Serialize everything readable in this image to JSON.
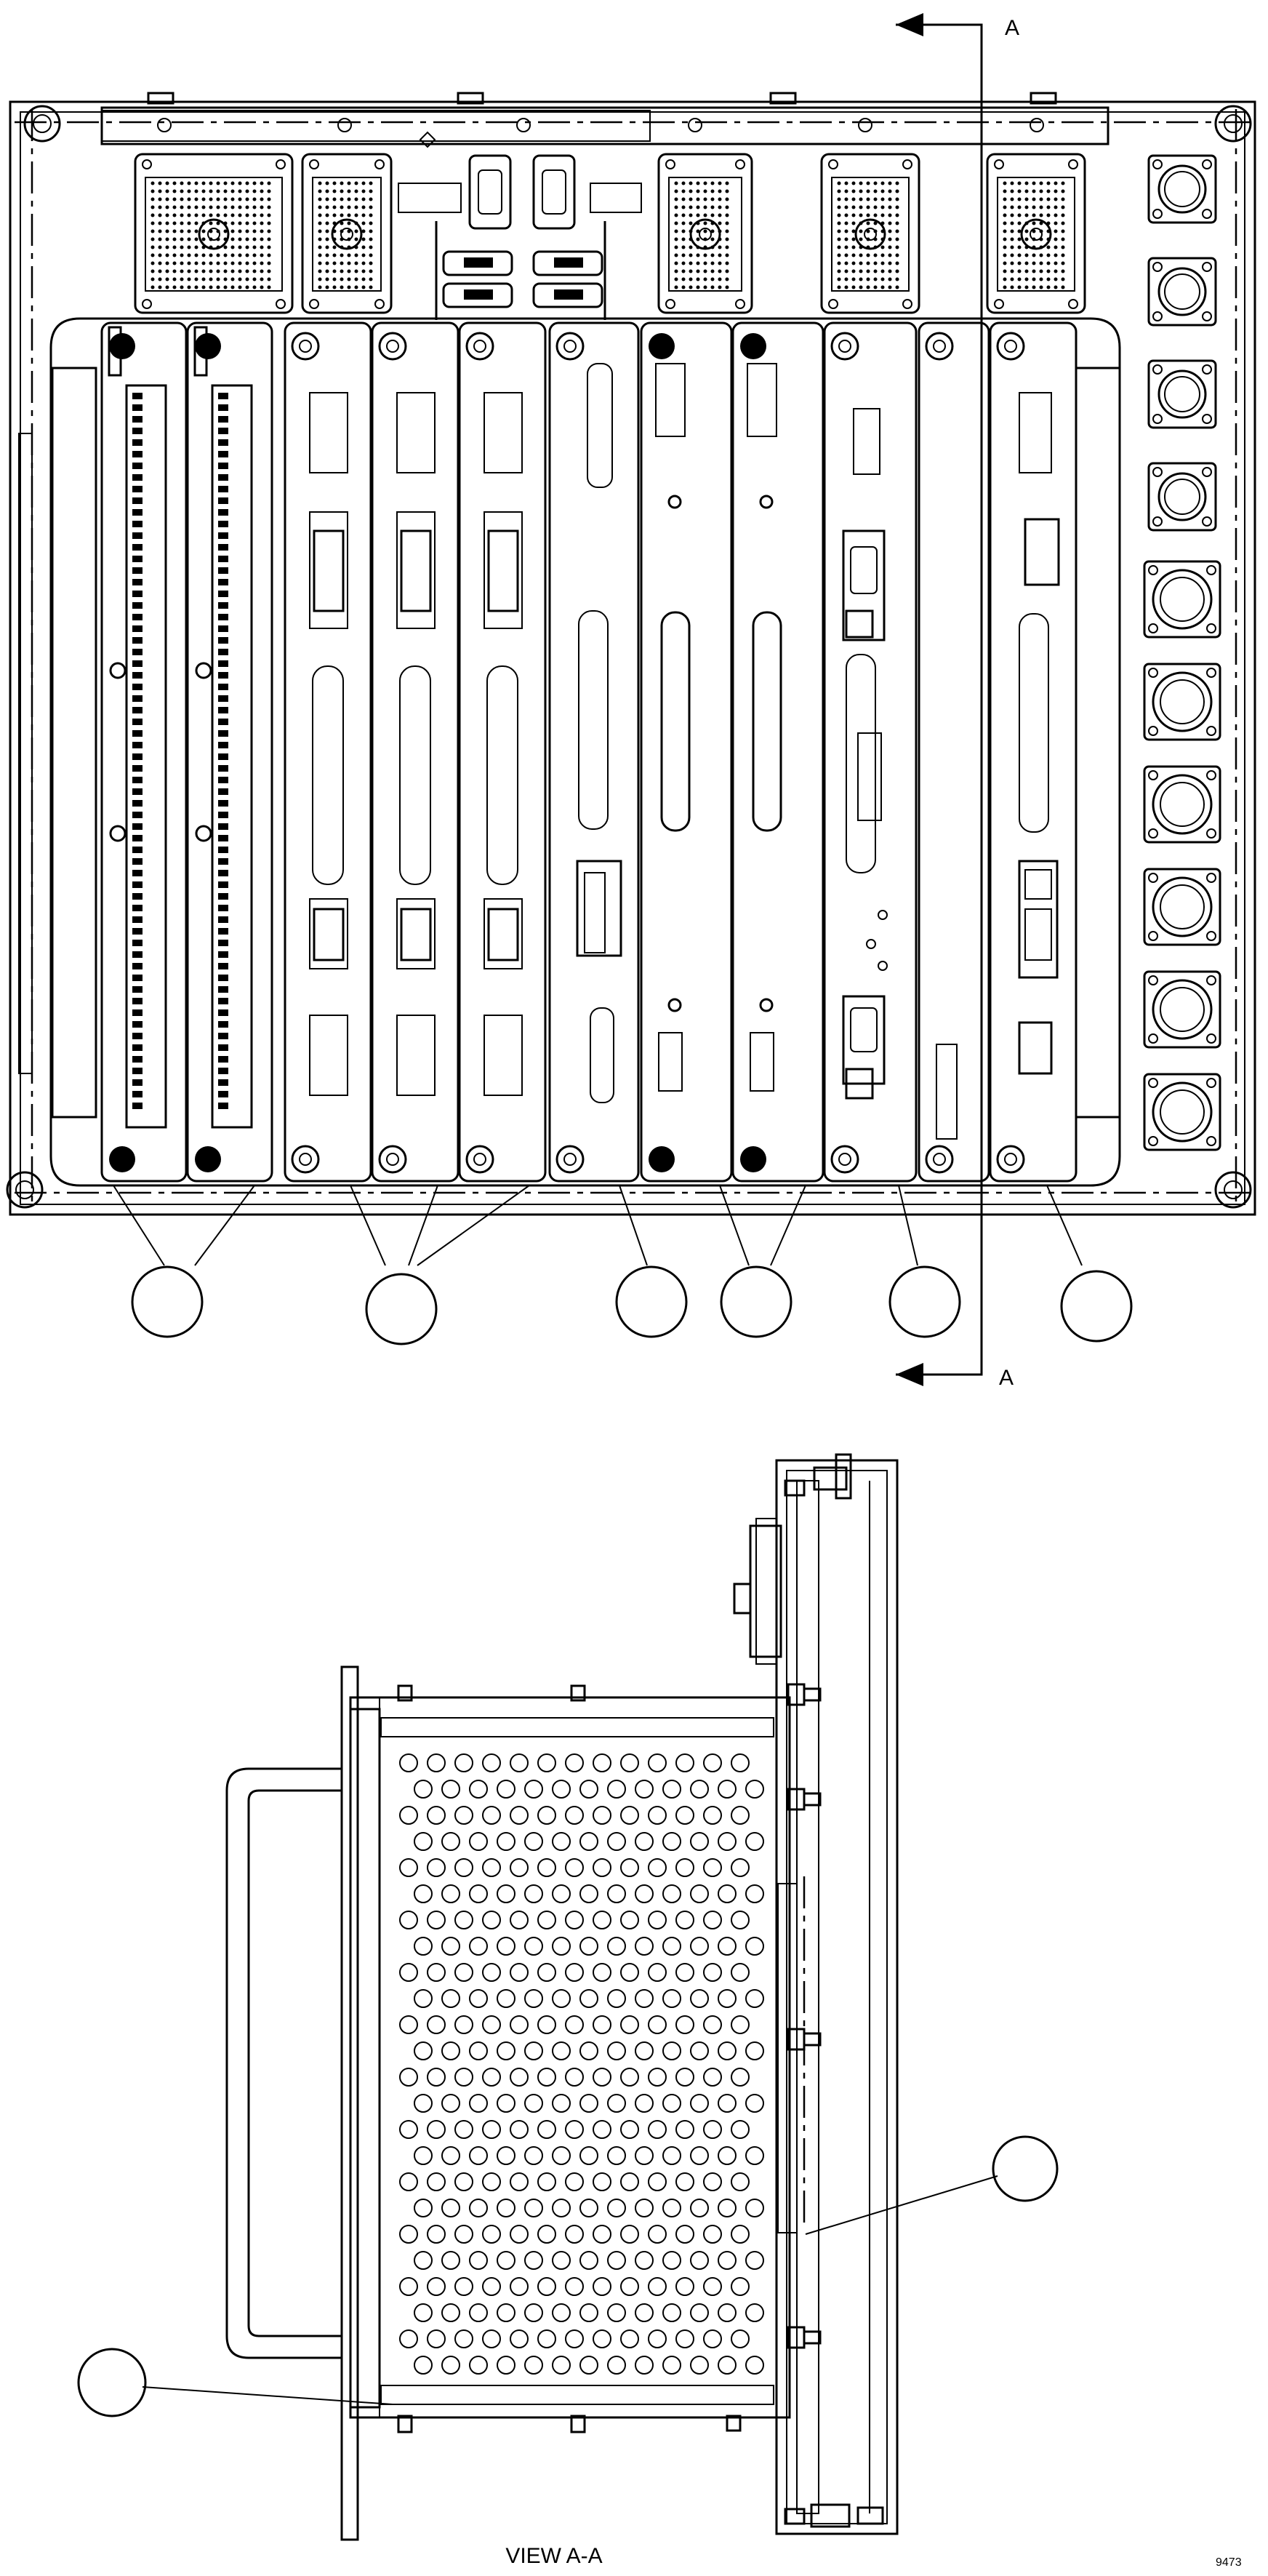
{
  "section_marker_top": "A",
  "section_marker_bottom": "A",
  "view_label": "VIEW A-A",
  "sheet_code": "9473",
  "callouts_front_view": [
    "",
    "",
    "",
    "",
    "",
    ""
  ],
  "callouts_section_view": [
    "",
    ""
  ],
  "colors": {
    "line": "#000000",
    "background": "#ffffff"
  }
}
